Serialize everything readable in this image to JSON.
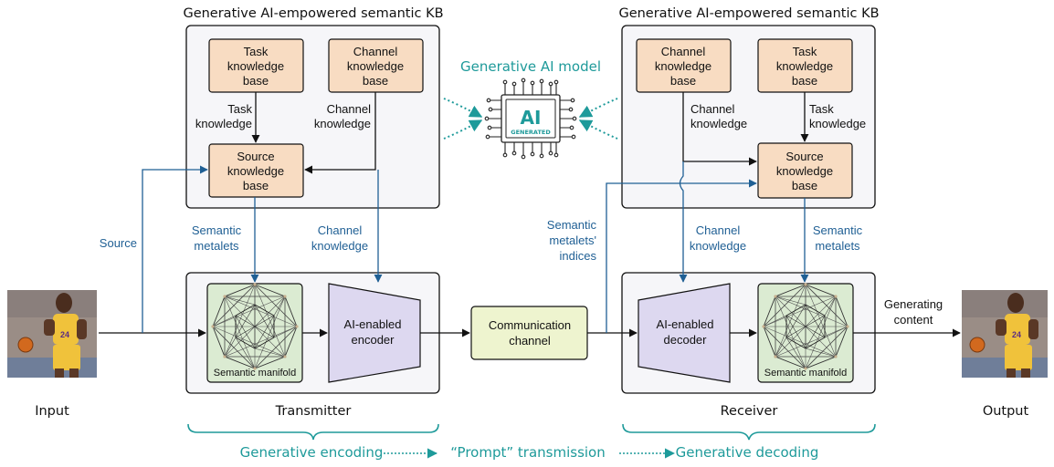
{
  "left_kb": {
    "title": "Generative AI-empowered semantic KB",
    "task_kb": [
      "Task",
      "knowledge",
      "base"
    ],
    "channel_kb": [
      "Channel",
      "knowledge",
      "base"
    ],
    "source_kb": [
      "Source",
      "knowledge",
      "base"
    ],
    "task_knowledge": [
      "Task",
      "knowledge"
    ],
    "channel_knowledge": [
      "Channel",
      "knowledge"
    ]
  },
  "right_kb": {
    "title": "Generative AI-empowered semantic KB",
    "channel_kb": [
      "Channel",
      "knowledge",
      "base"
    ],
    "task_kb": [
      "Task",
      "knowledge",
      "base"
    ],
    "source_kb": [
      "Source",
      "knowledge",
      "base"
    ],
    "channel_knowledge": [
      "Channel",
      "knowledge"
    ],
    "task_knowledge": [
      "Task",
      "knowledge"
    ]
  },
  "ai_model": {
    "label": "Generative AI model",
    "chip_text": "AI",
    "chip_subtext": "GENERATED"
  },
  "transmitter": {
    "label": "Transmitter",
    "manifold_label": "Semantic manifold",
    "encoder": [
      "AI-enabled",
      "encoder"
    ]
  },
  "receiver": {
    "label": "Receiver",
    "manifold_label": "Semantic manifold",
    "decoder": [
      "AI-enabled",
      "decoder"
    ]
  },
  "channel": [
    "Communication",
    "channel"
  ],
  "links": {
    "source": "Source",
    "semantic_metalets_left": [
      "Semantic",
      "metalets"
    ],
    "channel_knowledge_left": [
      "Channel",
      "knowledge"
    ],
    "semantic_metalets_indices": [
      "Semantic",
      "metalets'",
      "indices"
    ],
    "channel_knowledge_right": [
      "Channel",
      "knowledge"
    ],
    "semantic_metalets_right": [
      "Semantic",
      "metalets"
    ]
  },
  "io": {
    "input": "Input",
    "output": "Output",
    "generating_content": [
      "Generating",
      "content"
    ]
  },
  "pipeline": {
    "encoding": "Generative encoding",
    "prompt": "“Prompt” transmission",
    "decoding": "Generative decoding"
  },
  "colors": {
    "kb_fill": "#f8dcc2",
    "manifold_fill": "#dbebd2",
    "coder_fill": "#ddd8f0",
    "channel_fill": "#eef4cf",
    "panel_fill": "#f6f6f9",
    "blue": "#1f5f94",
    "teal": "#1e9a9a"
  }
}
